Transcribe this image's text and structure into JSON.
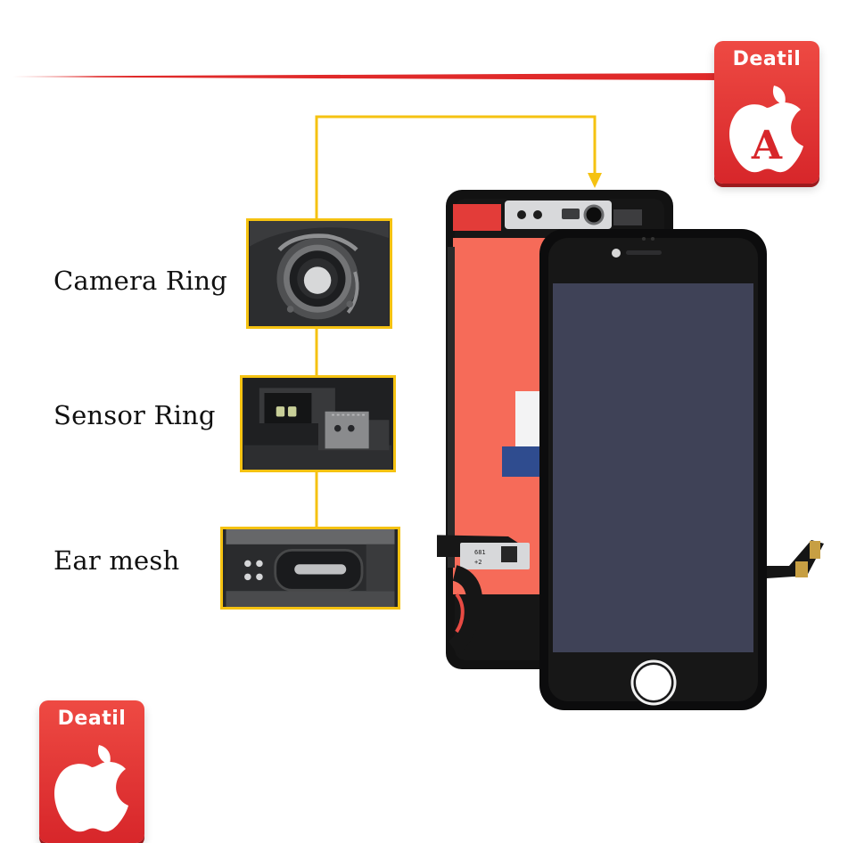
{
  "badge": {
    "label": "Deatil",
    "letter": "A",
    "colors": {
      "primary": "#e02a2a",
      "shadow": "#9c1a1d"
    }
  },
  "parts": [
    {
      "label": "Camera Ring"
    },
    {
      "label": "Sensor Ring"
    },
    {
      "label": "Ear mesh"
    }
  ],
  "connector_color": "#f5c211",
  "phone_back_label": {
    "line1": "681",
    "line2": "+2"
  }
}
